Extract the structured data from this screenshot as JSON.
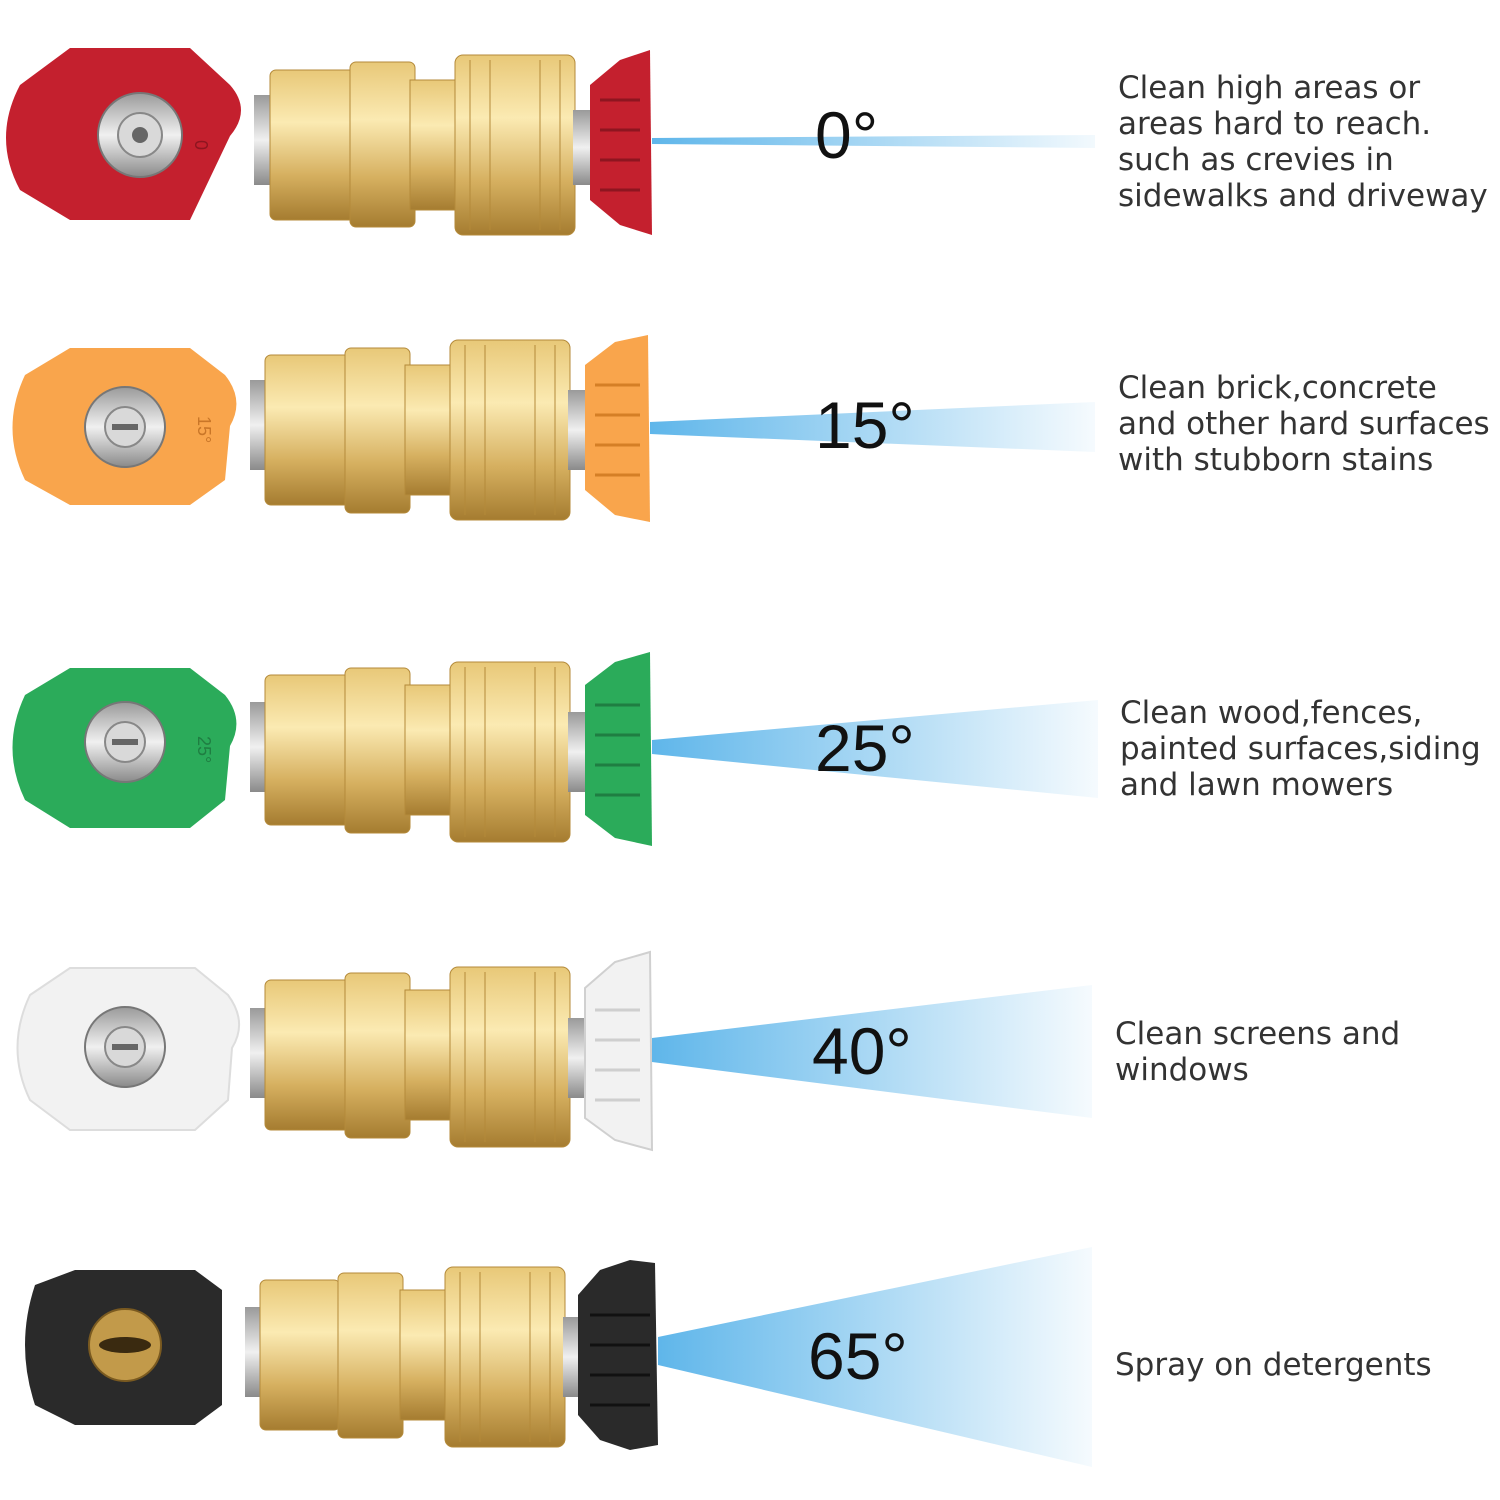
{
  "colors": {
    "spray": "#5fb6ea",
    "brass_light": "#f4d98e",
    "brass_dark": "#b48a3a",
    "steel": "#c8c8c8"
  },
  "tips": [
    {
      "angle_label": "0°",
      "cap_mark": "0",
      "spray_angle_deg": 0,
      "tip_color": "#c4202e",
      "description": "Clean high areas or\nareas hard to reach.\nsuch as crevies in\nsidewalks and driveway"
    },
    {
      "angle_label": "15°",
      "cap_mark": "15°",
      "spray_angle_deg": 15,
      "tip_color": "#f9a54c",
      "description": "Clean brick,concrete\nand other hard surfaces\nwith stubborn stains"
    },
    {
      "angle_label": "25°",
      "cap_mark": "25°",
      "spray_angle_deg": 25,
      "tip_color": "#2bab5a",
      "description": "Clean wood,fences,\npainted surfaces,siding\nand lawn mowers"
    },
    {
      "angle_label": "40°",
      "cap_mark": "",
      "spray_angle_deg": 40,
      "tip_color": "#f2f2f2",
      "description": "Clean screens and\nwindows"
    },
    {
      "angle_label": "65°",
      "cap_mark": "",
      "spray_angle_deg": 65,
      "tip_color": "#2a2a2a",
      "description": "Spray on detergents"
    }
  ]
}
